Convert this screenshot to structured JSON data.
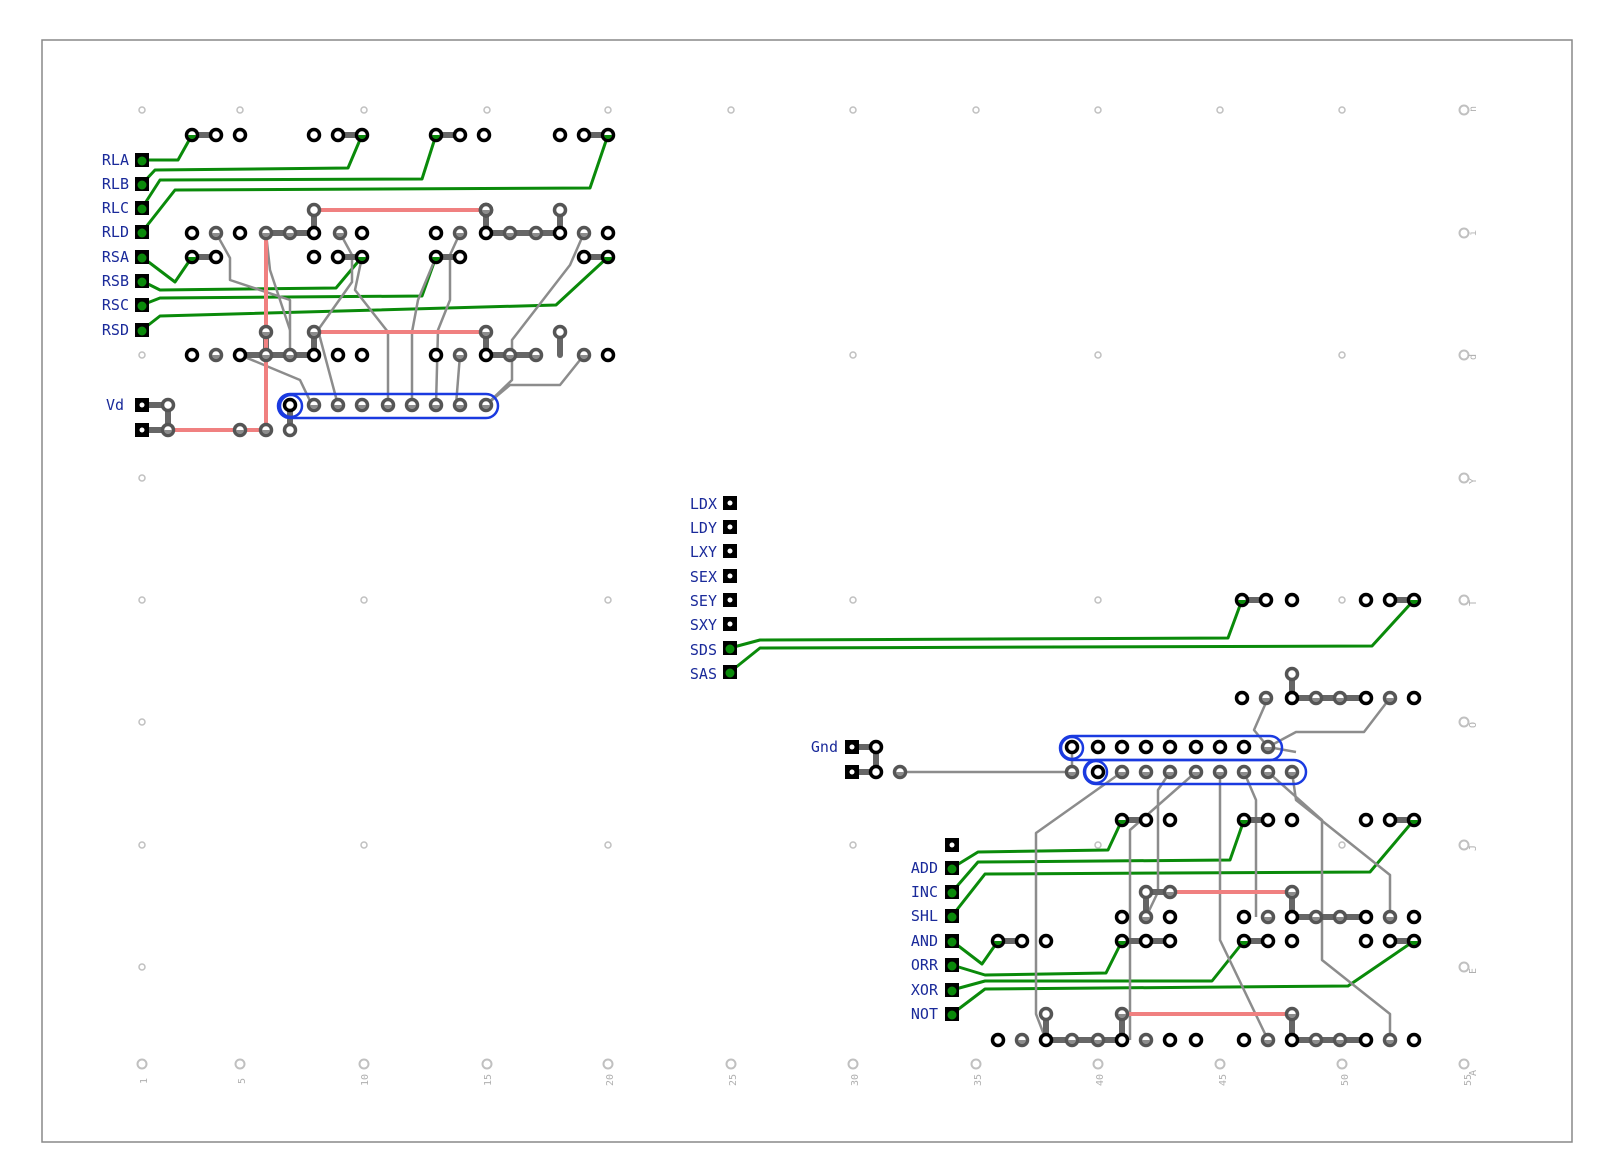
{
  "pins_left": {
    "labels": [
      "RLA",
      "RLB",
      "RLC",
      "RLD",
      "RSA",
      "RSB",
      "RSC",
      "RSD"
    ],
    "power": "Vd"
  },
  "pins_mid": {
    "labels": [
      "LDX",
      "LDY",
      "LXY",
      "SEX",
      "SEY",
      "SXY",
      "SDS",
      "SAS"
    ]
  },
  "pins_right": {
    "ground": "Gnd",
    "labels": [
      "ADD",
      "INC",
      "SHL",
      "AND",
      "ORR",
      "XOR",
      "NOT"
    ]
  },
  "column_labels": [
    "1",
    "5",
    "10",
    "15",
    "20",
    "25",
    "30",
    "35",
    "40",
    "45",
    "50",
    "55"
  ],
  "row_labels": [
    "n",
    "i",
    "d",
    "Y",
    "T",
    "O",
    "J",
    "E",
    "A"
  ],
  "colors": {
    "green_wire": "#0a8a0a",
    "green_pad": "#0a8a0a",
    "gray_wire": "#8c8c8c",
    "dark_bar": "#666666",
    "red_jumper": "#f08080",
    "chip_outline": "#1a3ae0",
    "label": "#1a2a9a",
    "grid_dot": "#c0c0c0",
    "frame": "#888888"
  }
}
